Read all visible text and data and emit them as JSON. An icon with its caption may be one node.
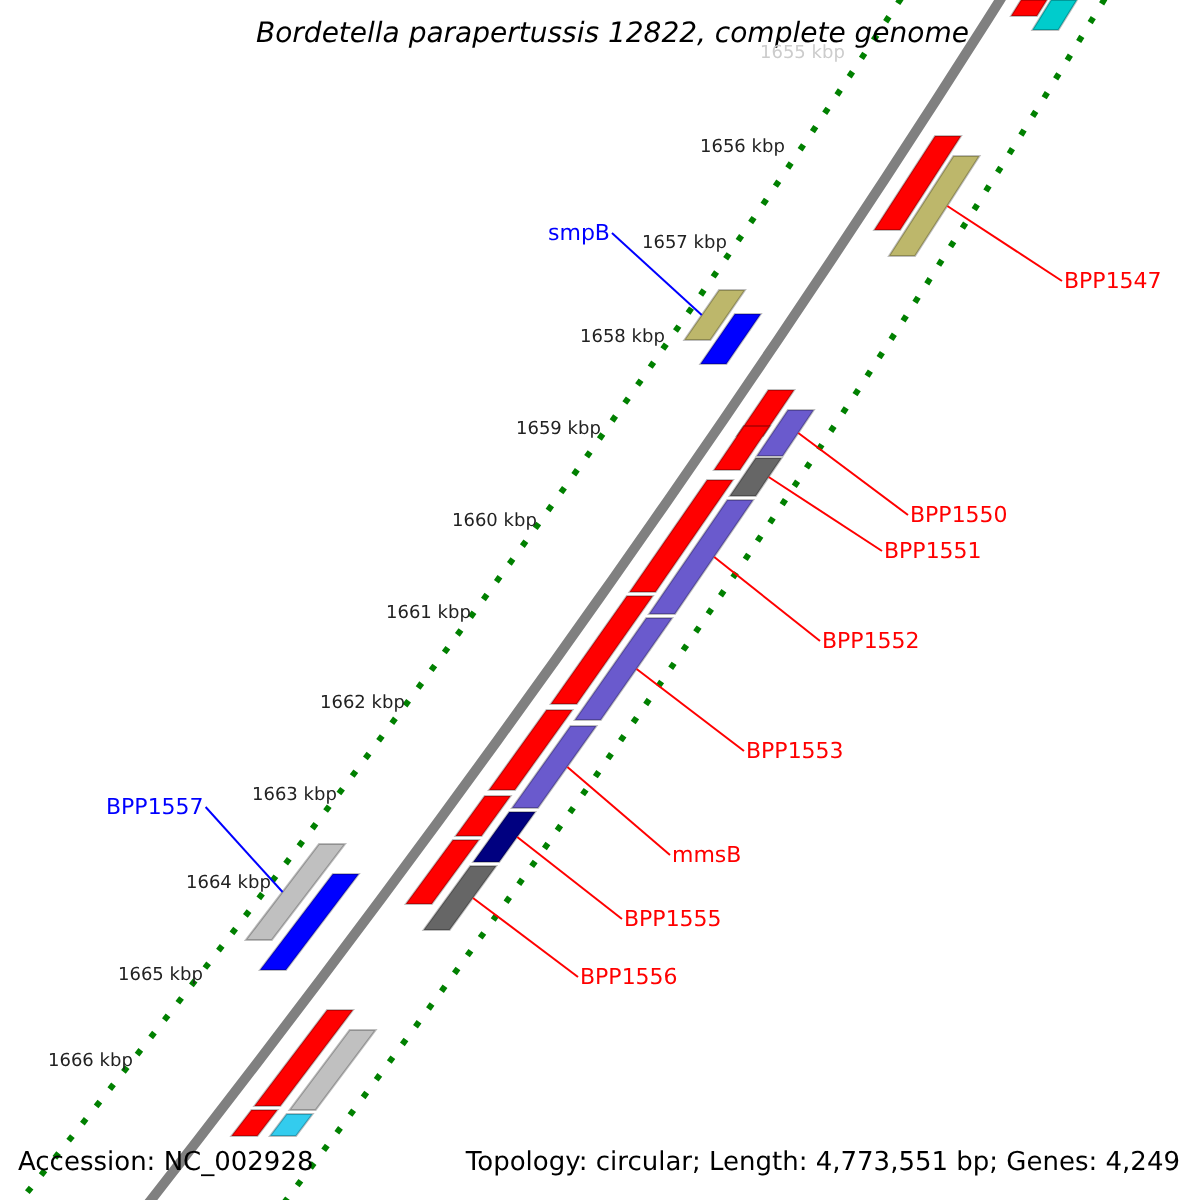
{
  "diagram": {
    "title": "Bordetella parapertussis 12822, complete genome",
    "nodes": [
      {
        "text": [
          "smpB"
        ]
      },
      {
        "text": [],
        "shape": "bar"
      },
      {
        "text": [
          "BPP1547"
        ]
      },
      {
        "text": [],
        "shape": "bar"
      },
      {
        "text": [
          "BPP1550"
        ]
      },
      {
        "text": [],
        "shape": "bar"
      },
      {
        "text": [
          "BPP1551"
        ]
      },
      {
        "text": [],
        "shape": "bar"
      },
      {
        "text": [
          "BPP1552"
        ]
      },
      {
        "text": [],
        "shape": "bar"
      },
      {
        "text": [
          "BPP1553"
        ]
      },
      {
        "text": [],
        "shape": "bar"
      },
      {
        "text": [
          "BPP1557"
        ]
      },
      {
        "text": [],
        "shape": "bar"
      },
      {
        "text": [
          "mmsB"
        ]
      },
      {
        "text": [],
        "shape": "bar"
      },
      {
        "text": [
          "BPP1555"
        ]
      },
      {
        "text": [],
        "shape": "bar"
      },
      {
        "text": [
          "BPP1556"
        ]
      },
      {
        "text": [],
        "shape": "bar"
      },
      {
        "text": [],
        "shape": "bar"
      },
      {
        "text": [],
        "shape": "bar"
      },
      {
        "text": [],
        "shape": "bar"
      },
      {
        "text": [],
        "shape": "bar"
      },
      {
        "text": [],
        "shape": "bar"
      },
      {
        "text": [],
        "shape": "bar"
      },
      {
        "text": [],
        "shape": "bar"
      },
      {
        "text": [],
        "shape": "bar"
      },
      {
        "text": [],
        "shape": "bar"
      },
      {
        "text": [],
        "shape": "bar"
      },
      {
        "text": [],
        "shape": "bar"
      },
      {
        "text": [],
        "shape": "bar"
      },
      {
        "text": [],
        "shape": "bar"
      },
      {
        "text": [],
        "shape": "bar"
      },
      {
        "text": [],
        "shape": "bar"
      },
      {
        "text": [],
        "shape": "bar"
      }
    ],
    "edges": [
      {
        "from": 0,
        "to": 1,
        "arrow": "none",
        "color": "#0000ff"
      },
      {
        "from": 2,
        "to": 3,
        "arrow": "none"
      },
      {
        "from": 4,
        "to": 5,
        "arrow": "none"
      },
      {
        "from": 6,
        "to": 7,
        "arrow": "none"
      },
      {
        "from": 8,
        "to": 9,
        "arrow": "none"
      },
      {
        "from": 10,
        "to": 11,
        "arrow": "none"
      },
      {
        "from": 12,
        "to": 13,
        "arrow": "none",
        "color": "#0000ff"
      },
      {
        "from": 14,
        "to": 15,
        "arrow": "none"
      },
      {
        "from": 16,
        "to": 17,
        "arrow": "none"
      },
      {
        "from": 18,
        "to": 19,
        "arrow": "none"
      }
    ],
    "labels": [
      "1655 kbp",
      "1656 kbp",
      "1657 kbp",
      "1658 kbp",
      "1659 kbp",
      "1660 kbp",
      "1661 kbp",
      "1662 kbp",
      "1663 kbp",
      "1664 kbp",
      "1665 kbp",
      "1666 kbp",
      "Accession: NC_002928",
      "Topology: circular; Length: 4,773,551 bp; Genes: 4,249"
    ]
  }
}
